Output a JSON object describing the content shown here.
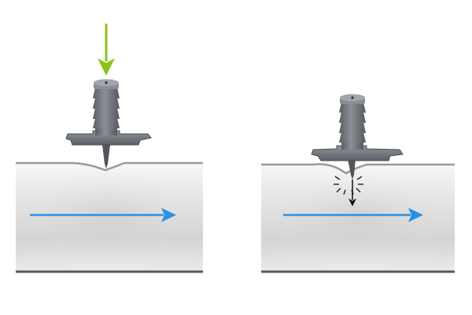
{
  "diagram": {
    "panels": [
      {
        "id": "left",
        "state": "pressed-before-puncture"
      },
      {
        "id": "right",
        "state": "punctured"
      }
    ],
    "colors": {
      "background": "#ffffff",
      "flow_arrow": "#2b8fe0",
      "press_arrow": "#8cc21a",
      "drip_arrow": "#111111",
      "fitting": "#6f737b",
      "fitting_dark": "#4f535a",
      "fitting_light": "#9ea2a9",
      "pipe_light": "#f2f2f2",
      "pipe_mid": "#dcdcdc",
      "pipe_edge": "#9a9a9a"
    },
    "icons": {
      "press": "down-arrow-icon",
      "flow": "right-arrow-icon",
      "drip": "down-arrow-icon",
      "puncture": "burst-icon"
    }
  }
}
